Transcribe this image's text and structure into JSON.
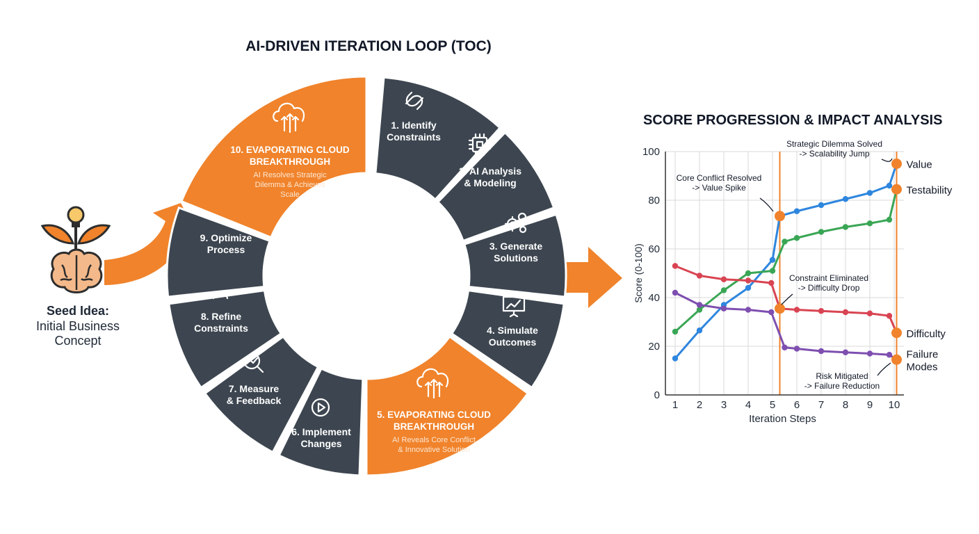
{
  "diagram": {
    "title": "AI-DRIVEN ITERATION LOOP (TOC)",
    "seed": {
      "title": "Seed Idea:",
      "line2": "Initial Business",
      "line3": "Concept"
    },
    "steps": [
      {
        "id": "step-1",
        "line1": "1. Identify",
        "line2": "Constraints",
        "icon": "link-icon",
        "type": "dark"
      },
      {
        "id": "step-2",
        "line1": "2. AI Analysis",
        "line2": "& Modeling",
        "icon": "chip-icon",
        "type": "dark"
      },
      {
        "id": "step-3",
        "line1": "3. Generate",
        "line2": "Solutions",
        "icon": "gears-icon",
        "type": "dark"
      },
      {
        "id": "step-4",
        "line1": "4. Simulate",
        "line2": "Outcomes",
        "icon": "presentation-chart-icon",
        "type": "dark"
      },
      {
        "id": "step-5",
        "line1": "5. EVAPORATING CLOUD",
        "line2": "BREAKTHROUGH",
        "sub1": "AI Reveals Core Conflict",
        "sub2": "& Innovative Solution",
        "icon": "cloud-upload-icon",
        "type": "highlight"
      },
      {
        "id": "step-6",
        "line1": "6. Implement",
        "line2": "Changes",
        "icon": "play-icon",
        "type": "dark"
      },
      {
        "id": "step-7",
        "line1": "7. Measure",
        "line2": "& Feedback",
        "icon": "magnifier-chart-icon",
        "type": "dark"
      },
      {
        "id": "step-8",
        "line1": "8. Refine",
        "line2": "Constraints",
        "icon": "compass-icon",
        "type": "dark"
      },
      {
        "id": "step-9",
        "line1": "9. Optimize",
        "line2": "Process",
        "icon": "cycle-arrow-icon",
        "type": "dark"
      },
      {
        "id": "step-10",
        "line1": "10. EVAPORATING CLOUD",
        "line2": "BREAKTHROUGH",
        "sub1": "AI Resolves Strategic",
        "sub2": "Dilemma & Achieves",
        "sub3": "Scale",
        "icon": "cloud-upload-icon",
        "type": "highlight"
      }
    ]
  },
  "colors": {
    "dark": "#3d4650",
    "orange": "#f0832b",
    "value": "#2e86de",
    "testability": "#3aa655",
    "difficulty": "#d94452",
    "failure": "#7e4fb0",
    "marker": "#f0832b",
    "grid": "#d9d9d9"
  },
  "chart_data": {
    "type": "line",
    "title": "SCORE PROGRESSION & IMPACT ANALYSIS",
    "xlabel": "Iteration Steps",
    "ylabel": "Score (0-100)",
    "x_ticks": [
      1,
      2,
      3,
      4,
      5,
      6,
      7,
      8,
      9,
      10
    ],
    "y_ticks": [
      0,
      20,
      40,
      60,
      80,
      100
    ],
    "xlim": [
      0.6,
      10.4
    ],
    "ylim": [
      0,
      100
    ],
    "grid": true,
    "breakthrough_lines": [
      5.3,
      10.1
    ],
    "series": [
      {
        "name": "Value",
        "color_key": "value",
        "points": [
          [
            1,
            15
          ],
          [
            2,
            26.5
          ],
          [
            3,
            37
          ],
          [
            4,
            44
          ],
          [
            5,
            55.5
          ],
          [
            5.3,
            73.5
          ],
          [
            6,
            75.5
          ],
          [
            7,
            78
          ],
          [
            8,
            80.5
          ],
          [
            9,
            83
          ],
          [
            9.8,
            86
          ],
          [
            10.1,
            95
          ]
        ]
      },
      {
        "name": "Testability",
        "color_key": "testability",
        "points": [
          [
            1,
            26
          ],
          [
            2,
            35
          ],
          [
            3,
            43
          ],
          [
            4,
            50
          ],
          [
            5,
            51
          ],
          [
            5.5,
            63
          ],
          [
            6,
            64.5
          ],
          [
            7,
            67
          ],
          [
            8,
            69
          ],
          [
            9,
            70.5
          ],
          [
            9.8,
            72
          ],
          [
            10.1,
            84.5
          ]
        ]
      },
      {
        "name": "Difficulty",
        "color_key": "difficulty",
        "points": [
          [
            1,
            53
          ],
          [
            2,
            49
          ],
          [
            3,
            47.5
          ],
          [
            4,
            47
          ],
          [
            4.95,
            46
          ],
          [
            5.3,
            35.5
          ],
          [
            6,
            35
          ],
          [
            7,
            34.5
          ],
          [
            8,
            34
          ],
          [
            9,
            33.5
          ],
          [
            9.8,
            32.5
          ],
          [
            10.1,
            25.5
          ]
        ]
      },
      {
        "name": "Failure Modes",
        "color_key": "failure",
        "label_lines": [
          "Failure",
          "Modes"
        ],
        "points": [
          [
            1,
            42
          ],
          [
            2,
            37
          ],
          [
            3,
            35.5
          ],
          [
            4,
            35
          ],
          [
            4.95,
            34
          ],
          [
            5.5,
            19.5
          ],
          [
            6,
            19
          ],
          [
            7,
            18
          ],
          [
            8,
            17.5
          ],
          [
            9,
            17
          ],
          [
            9.8,
            16.5
          ],
          [
            10.1,
            14.5
          ]
        ]
      }
    ],
    "markers": [
      {
        "x": 5.3,
        "y": 73.5
      },
      {
        "x": 5.3,
        "y": 35.5
      },
      {
        "x": 10.1,
        "y": 95
      },
      {
        "x": 10.1,
        "y": 84.5
      },
      {
        "x": 10.1,
        "y": 25.5
      },
      {
        "x": 10.1,
        "y": 14.5
      }
    ],
    "annotations": [
      {
        "id": "core-conflict",
        "lines": [
          "Core Conflict Resolved",
          "-> Value Spike"
        ],
        "target": [
          5.3,
          73.5
        ]
      },
      {
        "id": "strategic-dilemma",
        "lines": [
          "Strategic Dilemma Solved",
          "-> Scalability Jump"
        ],
        "target": [
          10.1,
          95
        ]
      },
      {
        "id": "constraint-eliminated",
        "lines": [
          "Constraint Eliminated",
          "-> Difficulty Drop"
        ],
        "target": [
          5.3,
          35.5
        ]
      },
      {
        "id": "risk-mitigated",
        "lines": [
          "Risk Mitigated",
          "-> Failure Reduction"
        ],
        "target": [
          10.1,
          14.5
        ]
      }
    ]
  }
}
